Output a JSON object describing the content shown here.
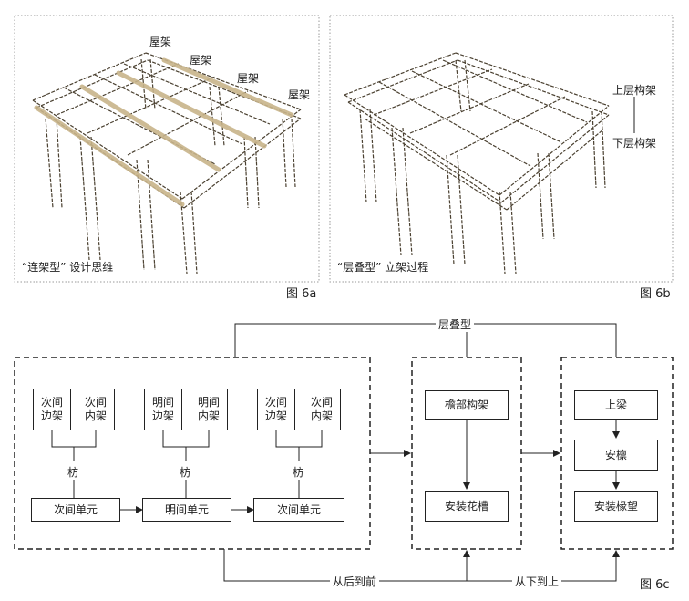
{
  "fig_a": {
    "roof_labels": [
      "屋架",
      "屋架",
      "屋架",
      "屋架"
    ],
    "caption": "“连架型” 设计思维",
    "number": "图 6a"
  },
  "fig_b": {
    "upper_label": "上层构架",
    "lower_label": "下层构架",
    "caption": "“层叠型” 立架过程",
    "number": "图 6b"
  },
  "fig_c": {
    "top_label": "层叠型",
    "groups": [
      {
        "left": [
          "次间",
          "边架"
        ],
        "right": [
          "次间",
          "内架"
        ],
        "joiner": "枋",
        "unit": "次间单元"
      },
      {
        "left": [
          "明间",
          "边架"
        ],
        "right": [
          "明间",
          "内架"
        ],
        "joiner": "枋",
        "unit": "明间单元"
      },
      {
        "left": [
          "次间",
          "边架"
        ],
        "right": [
          "次间",
          "内架"
        ],
        "joiner": "枋",
        "unit": "次间单元"
      }
    ],
    "middle_steps": [
      "檐部构架",
      "安装花槽"
    ],
    "right_steps": [
      "上梁",
      "安檩",
      "安装椽望"
    ],
    "bottom_left_label": "从后到前",
    "bottom_right_label": "从下到上",
    "number": "图 6c"
  },
  "colors": {
    "line": "#222222",
    "wood": "#c8b48a",
    "panel_border": "#9a9a9a"
  }
}
